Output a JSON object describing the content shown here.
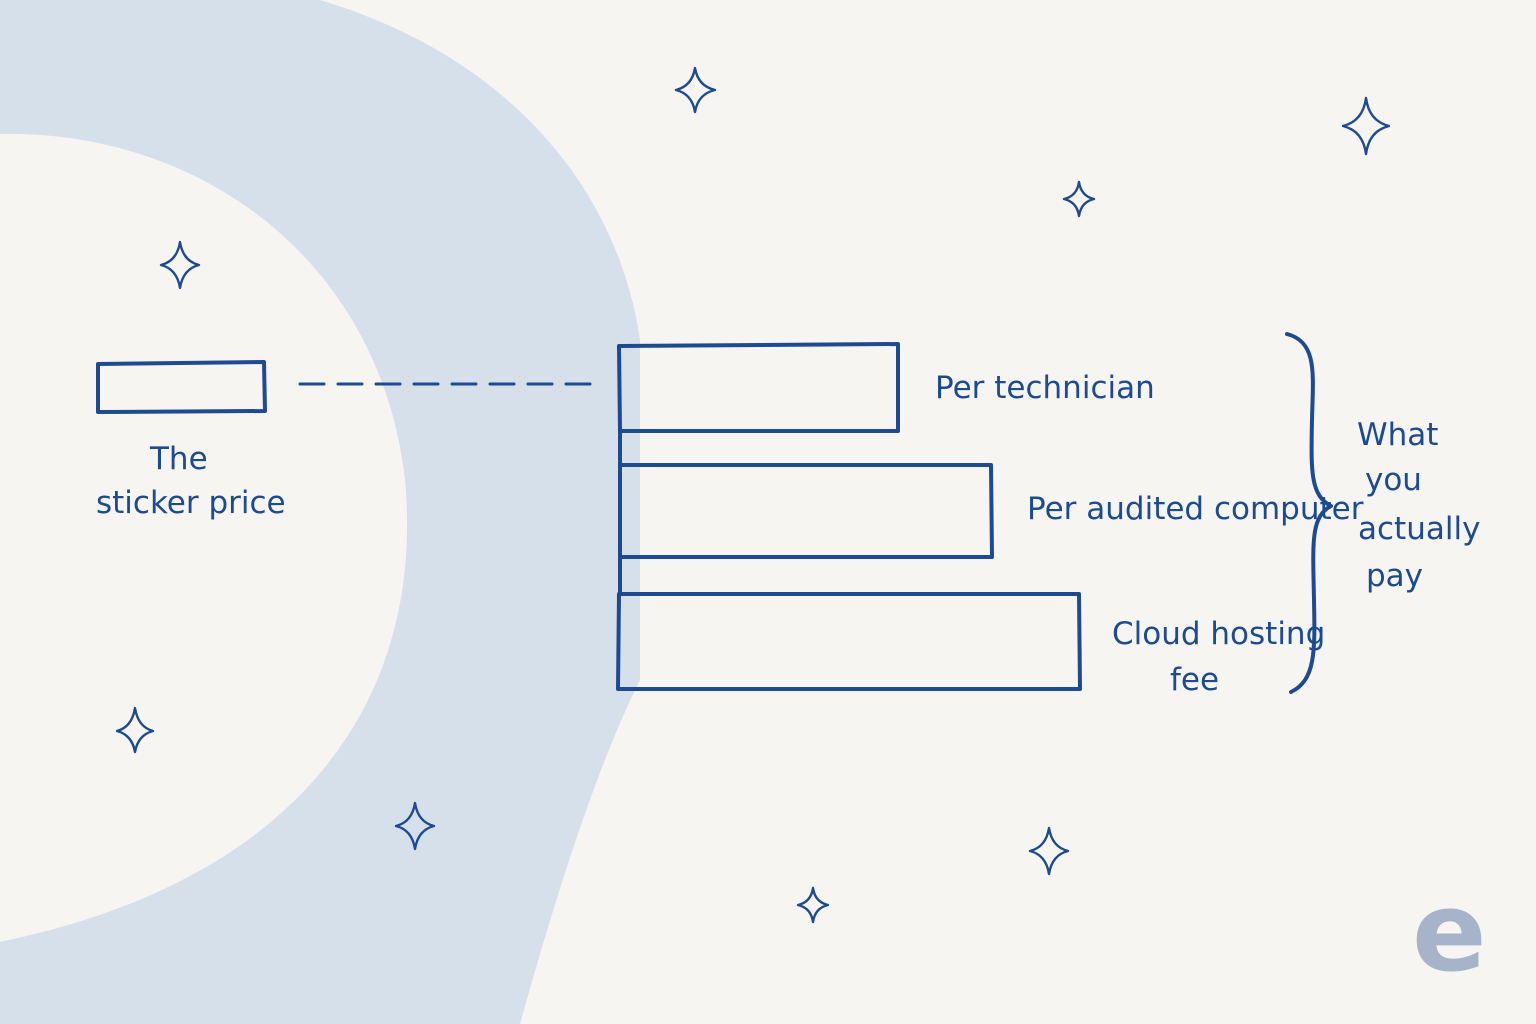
{
  "sticker": {
    "label_line1": "The",
    "label_line2": "sticker price"
  },
  "bars": [
    {
      "label_lines": [
        "Per technician"
      ]
    },
    {
      "label_lines": [
        "Per audited computer"
      ]
    },
    {
      "label_lines": [
        "Cloud hosting",
        "fee"
      ]
    }
  ],
  "brace_label": [
    "What",
    "you",
    "actually",
    "pay"
  ],
  "brand_mark": "e",
  "colors": {
    "background": "#f7f5f2",
    "ring": "#d5e0ea",
    "ink": "#1c4a93",
    "brand": "#a7b3c8"
  },
  "icons": [
    "sparkle-star-icon"
  ]
}
